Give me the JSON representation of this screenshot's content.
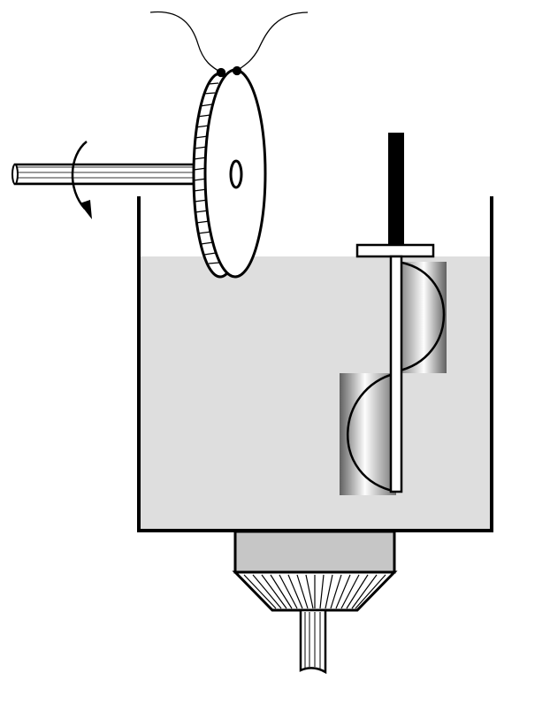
{
  "diagram": {
    "colors": {
      "background": "#ffffff",
      "liquid": "#dedede",
      "outline": "#000000",
      "drain": "#c6c6c6",
      "disc": "#ffffff",
      "shaft_dark": "#000000"
    },
    "components": {
      "rotation_arrow": "curved-arrow-icon",
      "wires": "lead-wires",
      "disc": "rotating-disc-electrode",
      "container": "vessel",
      "stirrer": "helical-stirrer",
      "outlet": "bottom-outlet"
    }
  }
}
